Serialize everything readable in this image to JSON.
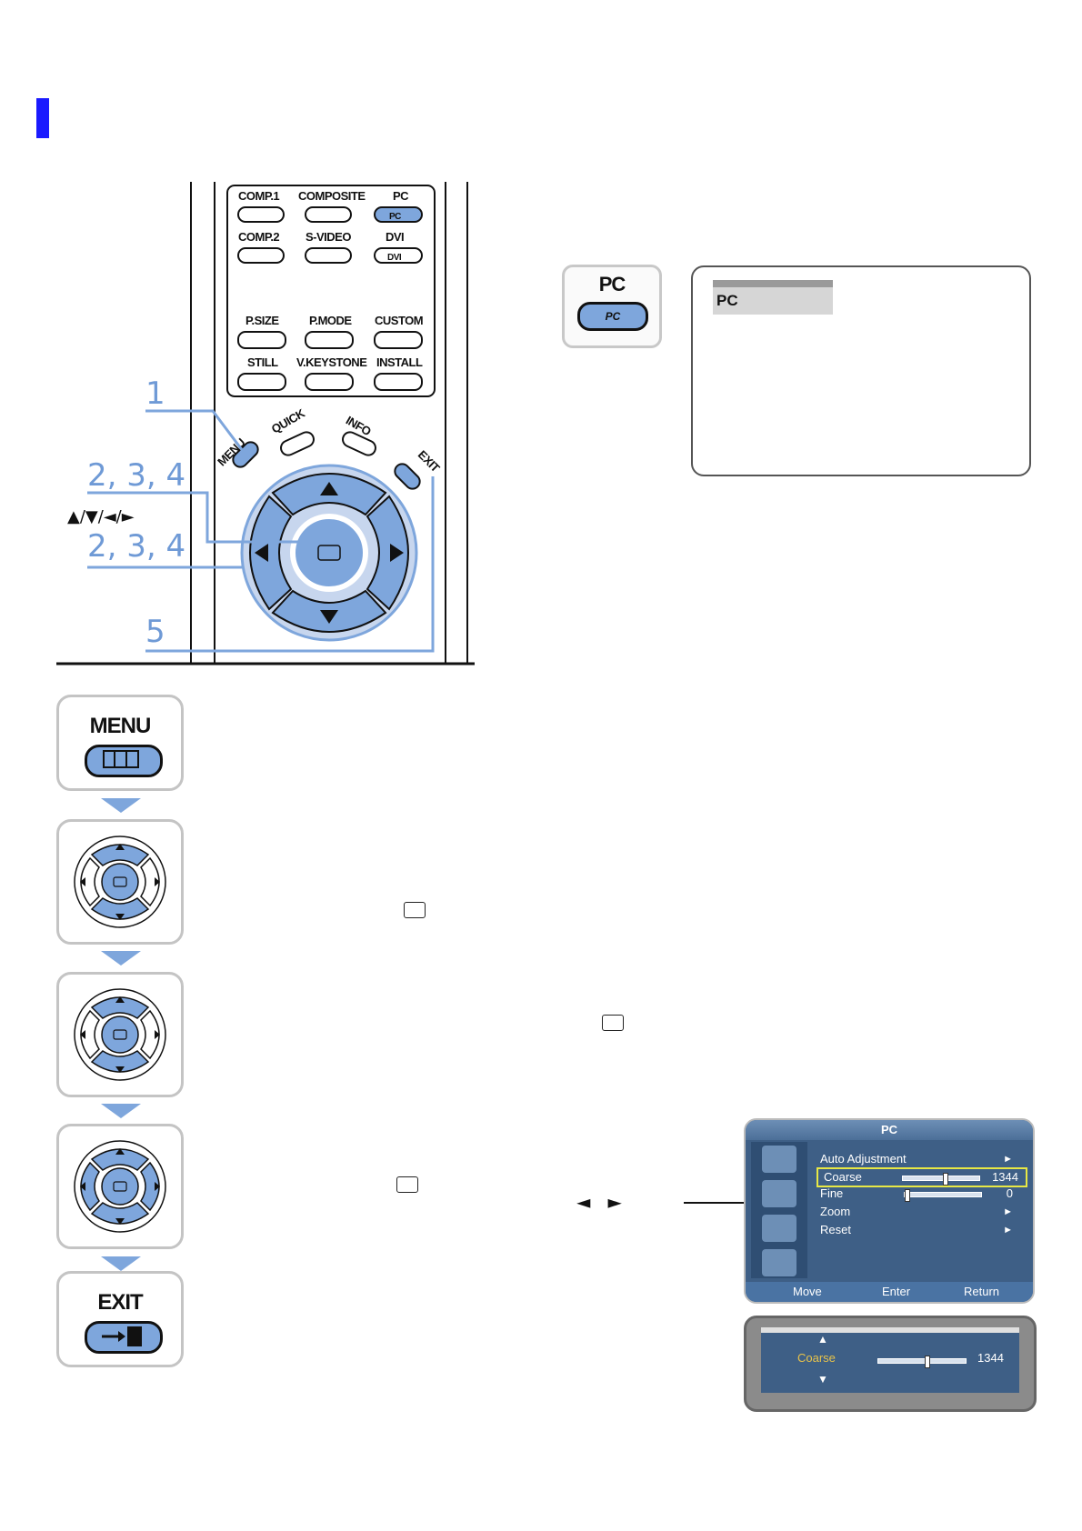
{
  "remote": {
    "source_labels": [
      "COMP.1",
      "COMPOSITE",
      "PC",
      "COMP.2",
      "S-VIDEO",
      "DVI"
    ],
    "pc_button_icon": "PC",
    "dvi_button_icon": "DVI",
    "function_labels": [
      "P.SIZE",
      "P.MODE",
      "CUSTOM",
      "STILL",
      "V.KEYSTONE",
      "INSTALL"
    ],
    "menu_label": "MENU",
    "quick_label": "QUICK",
    "info_label": "INFO",
    "exit_label": "EXIT",
    "step_1": "1",
    "step_234_top": "2, 3, 4",
    "arrows_text": "▲/▼/◄/►",
    "step_234_bottom": "2, 3, 4",
    "step_5": "5"
  },
  "pc_button": {
    "label": "PC",
    "icon_text": "PC"
  },
  "osd_popup": {
    "label": "PC"
  },
  "steps": {
    "menu_label": "MENU",
    "exit_label": "EXIT"
  },
  "misc": {
    "left_right_arrows": "◄   ►"
  },
  "osd": {
    "title": "PC",
    "items": [
      {
        "name": "Auto Adjustment",
        "arrow": "►"
      },
      {
        "name": "Coarse",
        "value": "1344",
        "slider": 0.55
      },
      {
        "name": "Fine",
        "value": "0",
        "slider": 0.0
      },
      {
        "name": "Zoom",
        "arrow": "►"
      },
      {
        "name": "Reset",
        "arrow": "►"
      }
    ],
    "footer": [
      "Move",
      "Enter",
      "Return"
    ]
  },
  "adjust": {
    "up": "▲",
    "label": "Coarse",
    "value": "1344",
    "down": "▼",
    "slider": 0.55
  },
  "colors": {
    "accent_blue": "#1a1aff",
    "button_blue": "#7ea6dc",
    "osd_bg": "#3e5f86",
    "highlight": "#e8e845"
  }
}
